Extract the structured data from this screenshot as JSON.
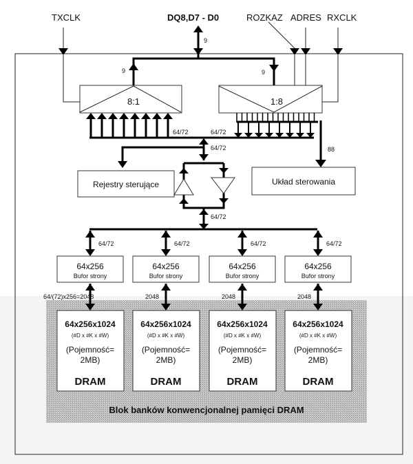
{
  "signals": {
    "txclk": "TXCLK",
    "dq": "DQ8,D7 - D0",
    "rozkaz": "ROZKAZ",
    "adres": "ADRES",
    "rxclk": "RXCLK"
  },
  "bus_labels": {
    "dq_width": "9",
    "mux_in_width": "9",
    "demux_in_width": "9",
    "mux_bus": "64/72",
    "demux_bus": "64/72",
    "main_bus": "64/72",
    "control_width": "88",
    "buffer_bus": "64/72",
    "page_bus": "64/72"
  },
  "mux": {
    "label": "8:1"
  },
  "demux": {
    "label": "1:8"
  },
  "blocks": {
    "registers": "Rejestry sterujące",
    "controller": "Układ sterowania"
  },
  "page_buffers": [
    {
      "size": "64x256",
      "name": "Bufor strony",
      "bus": "64/72",
      "link": "64/(72)x256=2048"
    },
    {
      "size": "64x256",
      "name": "Bufor strony",
      "bus": "64/72",
      "link": "2048"
    },
    {
      "size": "64x256",
      "name": "Bufor strony",
      "bus": "64/72",
      "link": "2048"
    },
    {
      "size": "64x256",
      "name": "Bufor strony",
      "bus": "64/72",
      "link": "2048"
    }
  ],
  "dram_banks": [
    {
      "org": "64x256x1024",
      "dims": "(#D x #K x #W)",
      "cap1": "(Pojemność=",
      "cap2": "2MB)",
      "type": "DRAM"
    },
    {
      "org": "64x256x1024",
      "dims": "(#D x #K x #W)",
      "cap1": "(Pojemność=",
      "cap2": "2MB)",
      "type": "DRAM"
    },
    {
      "org": "64x256x1024",
      "dims": "(#D x #K x #W)",
      "cap1": "(Pojemność=",
      "cap2": "2MB)",
      "type": "DRAM"
    },
    {
      "org": "64x256x1024",
      "dims": "(#D x #K x #W)",
      "cap1": "(Pojemność=",
      "cap2": "2MB)",
      "type": "DRAM"
    }
  ],
  "dram_block_caption": "Blok banków konwencjonalnej pamięci DRAM"
}
